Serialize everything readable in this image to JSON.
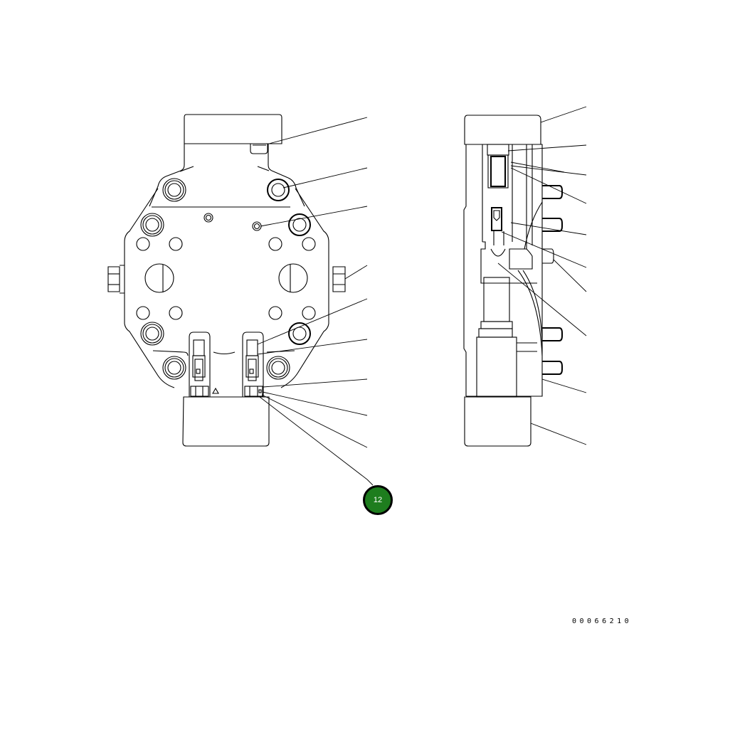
{
  "diagram": {
    "type": "exploded-parts-illustration",
    "views": [
      {
        "name": "front-view",
        "description": "valve body front view with bolts, plugs and two cartridge valves"
      },
      {
        "name": "side-view",
        "description": "valve body sectional side view"
      }
    ],
    "callout_badge": {
      "label": "12",
      "color": "#1e7d1e",
      "border_color": "#000000"
    },
    "drawing_number": "00066210",
    "front_view_leaders": 10,
    "side_view_leaders": 10,
    "colors": {
      "line": "#000000",
      "background": "#ffffff",
      "badge_fill": "#1e7d1e",
      "badge_text": "#ffffff"
    }
  }
}
